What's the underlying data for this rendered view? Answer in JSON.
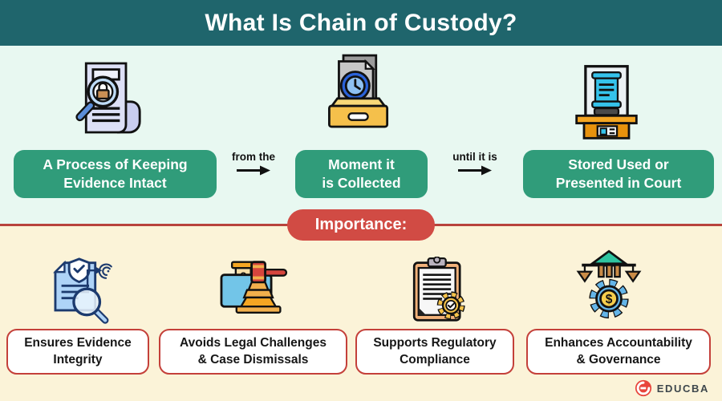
{
  "header": {
    "title": "What Is Chain of Custody?"
  },
  "flow": {
    "steps": [
      {
        "label": "A Process of Keeping\nEvidence Intact",
        "icon": "document-magnifier-lock-icon"
      },
      {
        "label": "Moment it\nis Collected",
        "icon": "evidence-drawer-clock-icon"
      },
      {
        "label": "Stored Used or\nPresented in Court",
        "icon": "evidence-display-case-icon"
      }
    ],
    "connectors": [
      {
        "label": "from the",
        "icon": "right-arrow-icon"
      },
      {
        "label": "until it is",
        "icon": "right-arrow-icon"
      }
    ]
  },
  "importance": {
    "label": "Importance:",
    "items": [
      {
        "label": "Ensures Evidence\nIntegrity",
        "icon": "shield-document-magnifier-icon"
      },
      {
        "label": "Avoids Legal Challenges\n& Case Dismissals",
        "icon": "gavel-monitor-icon"
      },
      {
        "label": "Supports Regulatory\nCompliance",
        "icon": "clipboard-gear-check-icon"
      },
      {
        "label": "Enhances Accountability\n& Governance",
        "icon": "scales-gear-dollar-icon"
      }
    ]
  },
  "brand": {
    "name": "EDUCBA",
    "icon": "educba-logo-icon"
  },
  "palette": {
    "header_teal": "#1F656C",
    "top_background_mint": "#E8F8F1",
    "bottom_background_cream": "#FBF3D8",
    "step_button_green": "#309C7A",
    "importance_red": "#D14B44",
    "box_border_red": "#C4403A",
    "text_white": "#FFFFFF",
    "text_black": "#161616"
  }
}
